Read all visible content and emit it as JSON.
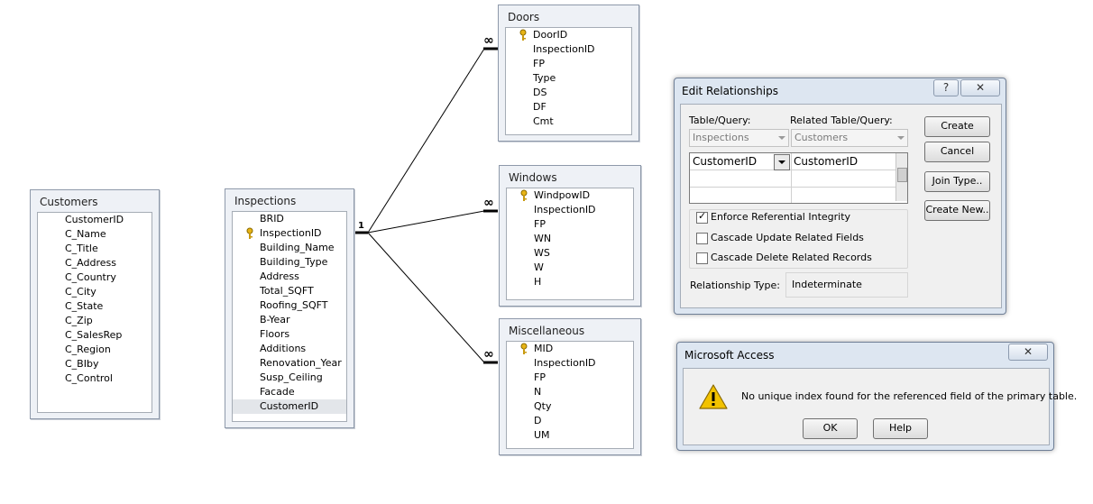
{
  "tables": {
    "customers": {
      "title": "Customers",
      "fields": [
        "CustomerID",
        "C_Name",
        "C_Title",
        "C_Address",
        "C_Country",
        "C_City",
        "C_State",
        "C_Zip",
        "C_SalesRep",
        "C_Region",
        "C_BIby",
        "C_Control"
      ]
    },
    "inspections": {
      "title": "Inspections",
      "fields": [
        "BRID",
        "InspectionID",
        "Building_Name",
        "Building_Type",
        "Address",
        "Total_SQFT",
        "Roofing_SQFT",
        "B-Year",
        "Floors",
        "Additions",
        "Renovation_Year",
        "Susp_Ceiling",
        "Facade",
        "CustomerID"
      ]
    },
    "doors": {
      "title": "Doors",
      "fields": [
        "DoorID",
        "InspectionID",
        "FP",
        "Type",
        "DS",
        "DF",
        "Cmt"
      ]
    },
    "windows": {
      "title": "Windows",
      "fields": [
        "WindpowID",
        "InspectionID",
        "FP",
        "WN",
        "WS",
        "W",
        "H"
      ]
    },
    "misc": {
      "title": "Miscellaneous",
      "fields": [
        "MID",
        "InspectionID",
        "FP",
        "N",
        "Qty",
        "D",
        "UM"
      ]
    }
  },
  "relationships": {
    "one": "1",
    "many": "∞"
  },
  "edit_relationships": {
    "title": "Edit Relationships",
    "help": "?",
    "table_query_label": "Table/Query:",
    "related_label": "Related Table/Query:",
    "table_value": "Inspections",
    "related_value": "Customers",
    "left_field": "CustomerID",
    "right_field": "CustomerID",
    "enforce_label": "Enforce Referential Integrity",
    "cascade_update_label": "Cascade Update Related Fields",
    "cascade_delete_label": "Cascade Delete Related Records",
    "enforce_checked": true,
    "cascade_update_checked": false,
    "cascade_delete_checked": false,
    "reltype_label": "Relationship Type:",
    "reltype_value": "Indeterminate",
    "create": "Create",
    "cancel": "Cancel",
    "join_type": "Join Type..",
    "create_new": "Create New.."
  },
  "access_dialog": {
    "title": "Microsoft Access",
    "message": "No unique index found for the referenced field of the primary table.",
    "ok": "OK",
    "help": "Help"
  },
  "colors": {
    "dialog_bg": "#dde6f1",
    "table_bg": "#eef1f6",
    "warning": "#f2c200"
  }
}
